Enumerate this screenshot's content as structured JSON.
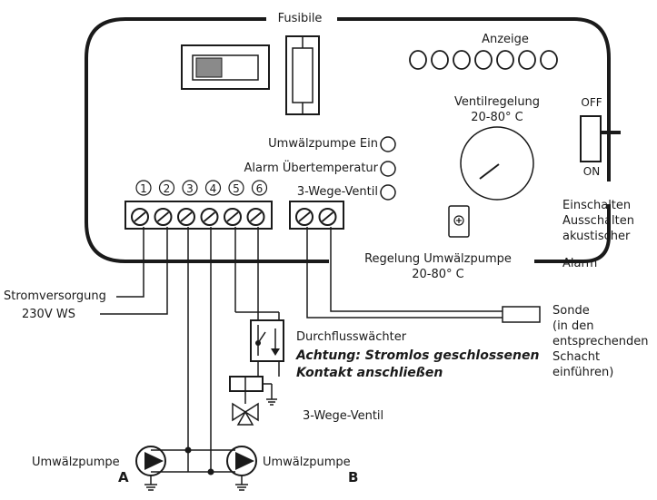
{
  "labels": {
    "fuse": "Fusibile",
    "display": "Anzeige",
    "valve_control": "Ventilregelung",
    "valve_range": "20-80° C",
    "off": "OFF",
    "on": "ON",
    "pump_on": "Umwälzpumpe Ein",
    "alarm_overtemp": "Alarm Übertemperatur",
    "three_way_valve_led": "3-Wege-Ventil",
    "switch_desc": [
      "Einschalten",
      "Ausschalten",
      "akustischer",
      "Alarm"
    ],
    "pump_control": "Regelung Umwälzpumpe",
    "pump_range": "20-80° C",
    "power_supply": "Stromversorgung",
    "power_voltage": "230V WS",
    "sensor": [
      "Sonde",
      "(in den",
      "entsprechenden",
      "Schacht",
      "einführen)"
    ],
    "flow_switch": "Durchflusswächter",
    "warning_1": "Achtung: Stromlos geschlossenen",
    "warning_2": "Kontakt anschließen",
    "three_way_valve": "3-Wege-Ventil",
    "pump_a": "Umwälzpumpe",
    "pump_a_letter": "A",
    "pump_b": "Umwälzpumpe",
    "pump_b_letter": "B"
  },
  "terminals": [
    "1",
    "2",
    "3",
    "4",
    "5",
    "6"
  ],
  "display_led_count": 7
}
